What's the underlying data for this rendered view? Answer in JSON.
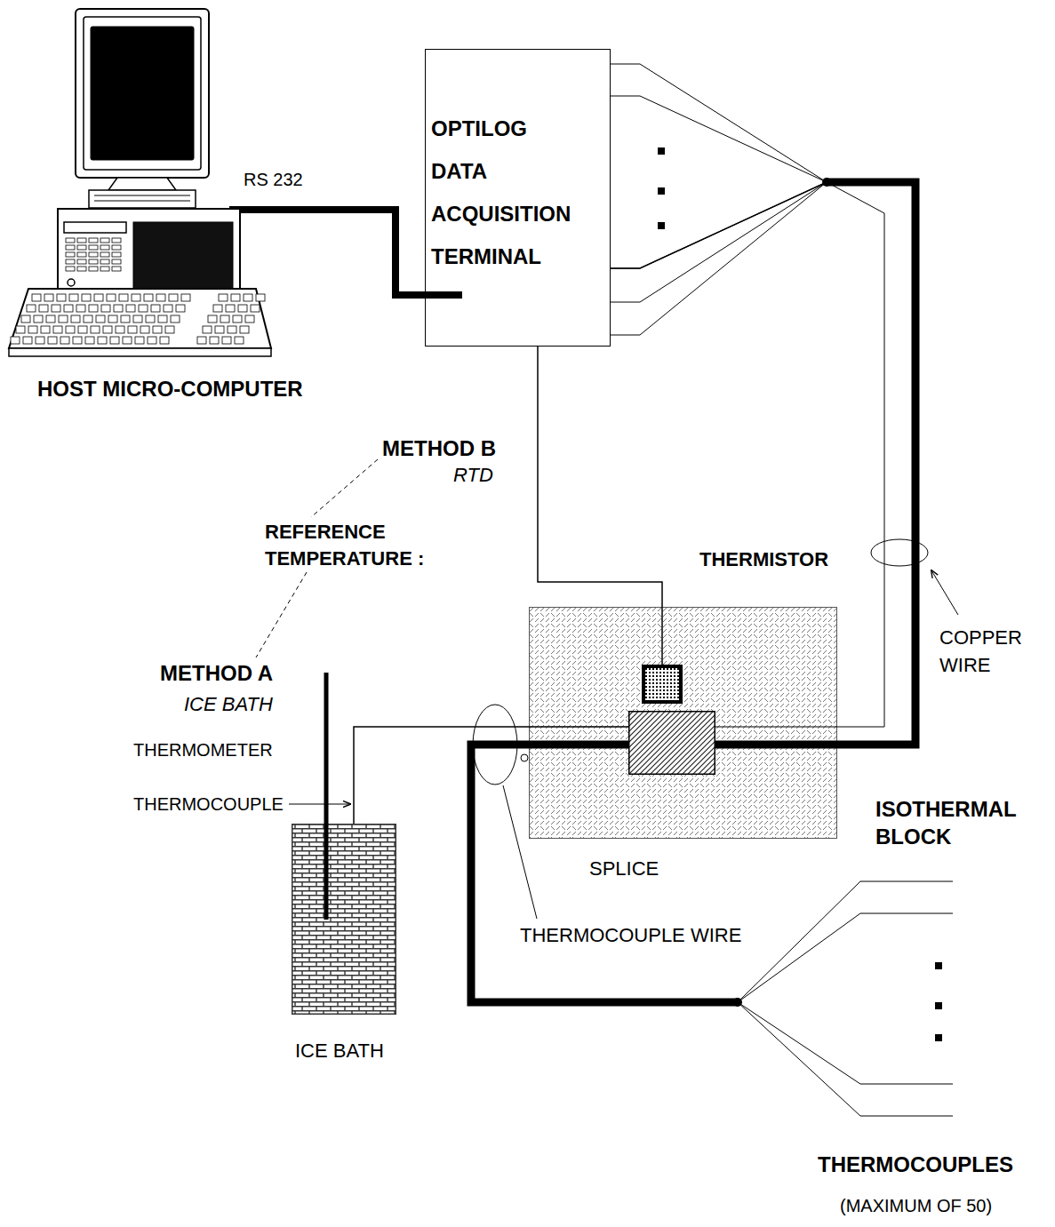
{
  "diagram": {
    "nodes": [
      {
        "text": [
          "HOST MICRO-COMPUTER"
        ]
      },
      {
        "text": [
          "OPTILOG DATA ACQUISITION TERMINAL"
        ]
      },
      {
        "text": [
          "ISOTHERMAL BLOCK"
        ]
      },
      {
        "text": [
          "THERMISTOR"
        ],
        "in": 2
      },
      {
        "text": [
          "SPLICE"
        ],
        "in": 2
      },
      {
        "text": [
          "ICE BATH"
        ]
      }
    ],
    "edges": [
      {
        "from": 0,
        "to": 1,
        "arrow": "none",
        "label": "RS 232"
      },
      {
        "from": 1,
        "to": 3,
        "arrow": "none"
      },
      {
        "from": 4,
        "to": 1,
        "arrow": "none"
      },
      {
        "from": 5,
        "to": 4,
        "arrow": "none"
      }
    ],
    "labels": [
      "METHOD B",
      "RTD",
      "REFERENCE TEMPERATURE :",
      "METHOD A",
      "ICE BATH",
      "THERMOMETER",
      "THERMOCOUPLE",
      "COPPER WIRE",
      "THERMOCOUPLE WIRE",
      "THERMOCOUPLES",
      "(MAXIMUM OF 50)"
    ]
  }
}
